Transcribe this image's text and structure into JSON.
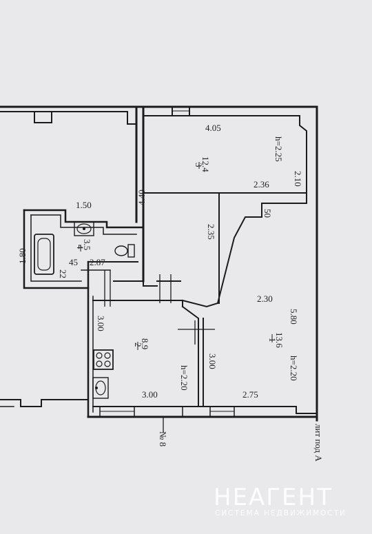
{
  "rooms": {
    "room3": {
      "number": "3",
      "area": "12.4",
      "height": "h=2.25"
    },
    "room4": {
      "number": "4",
      "area": "3.5"
    },
    "room2": {
      "number": "2",
      "area": "8.9",
      "height": "h=2.20"
    },
    "room1": {
      "number": "1",
      "area": "13.6",
      "height": "h=2.20"
    }
  },
  "dimensions": {
    "d_4_05": "4.05",
    "d_2_10": "2.10",
    "d_2_36": "2.36",
    "d_4_40": "4.40",
    "d_1_50": "1.50",
    "d_50": "50",
    "d_2_35": "2.35",
    "d_1_80": "1.80",
    "d_45": "45",
    "d_2_87": "2.87",
    "d_22": "22",
    "d_2_30": "2.30",
    "d_3_00_left": "3.00",
    "d_5_80": "5.80",
    "d_3_00_center": "3.00",
    "d_3_00_bottom": "3.00",
    "d_2_75": "2.75"
  },
  "labels": {
    "apartment_no": "№ 8",
    "entrance": "лит под А"
  },
  "watermark": {
    "brand": "НЕАГЕНТ",
    "tagline": "СИСТЕМА НЕДВИЖИМОСТИ"
  },
  "colors": {
    "background": "#e9e9eb",
    "walls": "#1b1b1b"
  }
}
